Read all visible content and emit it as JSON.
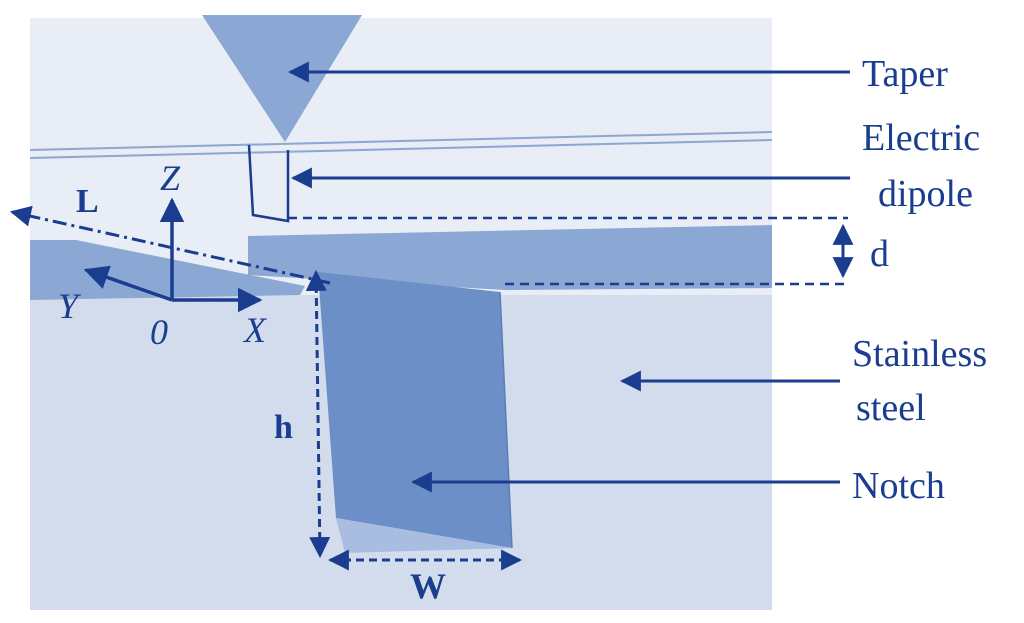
{
  "labels": {
    "taper": "Taper",
    "electric_1": "Electric",
    "electric_2": "dipole",
    "d": "d",
    "stainless_1": "Stainless",
    "stainless_2": "steel",
    "notch": "Notch",
    "L": "L",
    "Z": "Z",
    "Y": "Y",
    "X": "X",
    "origin": "0",
    "h": "h",
    "W": "W"
  },
  "colors": {
    "background_panel": "#e8edf6",
    "steel": "#d3dcec",
    "surface_slab": "#8ba7d3",
    "notch_face": "#6b8fc6",
    "notch_bottom": "#a9bde0",
    "taper": "#8ba7d3",
    "ink": "#1a3d8f"
  }
}
